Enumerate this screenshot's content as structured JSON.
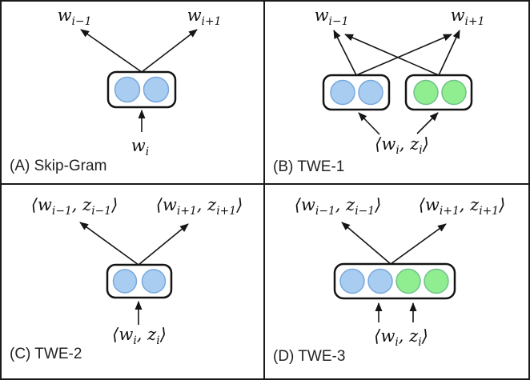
{
  "figure": {
    "panel_count": 4
  },
  "colors": {
    "background": "#ffffff",
    "border": "#1a1a1a",
    "box_fill": "#ffffff",
    "box_stroke": "#141414",
    "arrow": "#151515",
    "blue_fill": "#a8cdf0",
    "blue_stroke": "#78a8dc",
    "green_fill": "#90ee90",
    "green_stroke": "#70c08a",
    "label_color": "#111111",
    "caption_color": "#222222"
  },
  "math": {
    "w_prev": [
      {
        "t": "w"
      },
      {
        "t": "i−1",
        "sub": true
      }
    ],
    "w_next": [
      {
        "t": "w"
      },
      {
        "t": "i+1",
        "sub": true
      }
    ],
    "w_cur": [
      {
        "t": "w"
      },
      {
        "t": "i",
        "sub": true
      }
    ],
    "wz_prev": [
      {
        "t": "⟨"
      },
      {
        "t": "w"
      },
      {
        "t": "i−1",
        "sub": true
      },
      {
        "t": ", "
      },
      {
        "t": "z"
      },
      {
        "t": "i−1",
        "sub": true
      },
      {
        "t": "⟩"
      }
    ],
    "wz_next": [
      {
        "t": "⟨"
      },
      {
        "t": "w"
      },
      {
        "t": "i+1",
        "sub": true
      },
      {
        "t": ", "
      },
      {
        "t": "z"
      },
      {
        "t": "i+1",
        "sub": true
      },
      {
        "t": "⟩"
      }
    ],
    "wz_cur": [
      {
        "t": "⟨"
      },
      {
        "t": "w"
      },
      {
        "t": "i",
        "sub": true
      },
      {
        "t": ", "
      },
      {
        "t": "z"
      },
      {
        "t": "i",
        "sub": true
      },
      {
        "t": "⟩"
      }
    ]
  },
  "panels": {
    "a": {
      "caption": "(A) Skip-Gram",
      "units": [
        "word",
        "word"
      ]
    },
    "b": {
      "caption": "(B) TWE-1",
      "units": [
        "word",
        "word",
        "topic",
        "topic"
      ]
    },
    "c": {
      "caption": "(C) TWE-2",
      "units": [
        "word",
        "word"
      ]
    },
    "d": {
      "caption": "(D) TWE-3",
      "units": [
        "word",
        "word",
        "topic",
        "topic"
      ]
    }
  }
}
